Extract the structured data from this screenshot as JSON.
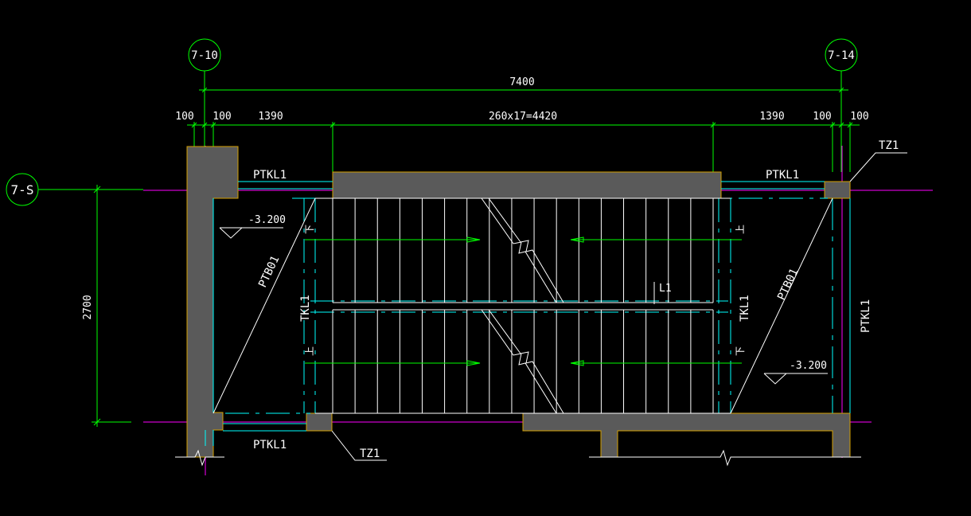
{
  "axes": {
    "left_top": "7-10",
    "right_top": "7-14",
    "left_side": "7-S"
  },
  "dimensions": {
    "total": "7400",
    "seg_100_a": "100",
    "seg_100_b": "100",
    "seg_1390_left": "1390",
    "steps": "260x17=4420",
    "seg_1390_right": "1390",
    "seg_100_c": "100",
    "seg_100_d": "100",
    "height": "2700"
  },
  "labels": {
    "ptkl1_top_left": "PTKL1",
    "ptkl1_top_right": "PTKL1",
    "ptkl1_bottom": "PTKL1",
    "ptkl1_right_vertical": "PTKL1",
    "tz1_top": "TZ1",
    "tz1_bottom": "TZ1",
    "ptb01_left": "PTB01",
    "ptb01_right": "PTB01",
    "tkl1_left": "TKL1",
    "tkl1_right": "TKL1",
    "l1": "L1",
    "elev_left": "-3.200",
    "elev_right": "-3.200",
    "down_top_left": "下",
    "up_top_right": "上",
    "up_bottom_left": "上",
    "down_bottom_right": "下"
  },
  "colors": {
    "background": "#000000",
    "dimension": "#00ff00",
    "grid_circle": "#00ff00",
    "concrete_fill": "#5a5a5a",
    "concrete_edge": "#d4a000",
    "axis_line": "#ff00ff",
    "cyan": "#00ffff",
    "white": "#ffffff"
  }
}
